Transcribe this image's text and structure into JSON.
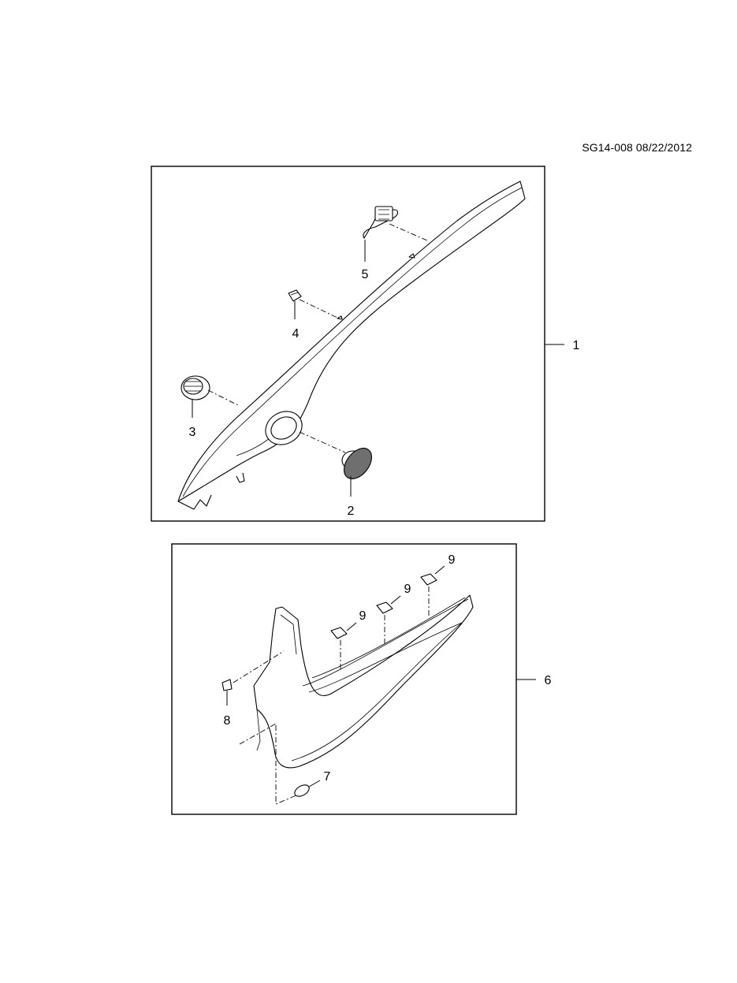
{
  "header": {
    "document_id": "SG14-008 08/22/2012"
  },
  "callouts": {
    "c1": "1",
    "c2": "2",
    "c3": "3",
    "c4": "4",
    "c5": "5",
    "c6": "6",
    "c7": "7",
    "c8": "8",
    "c9a": "9",
    "c9b": "9",
    "c9c": "9"
  }
}
